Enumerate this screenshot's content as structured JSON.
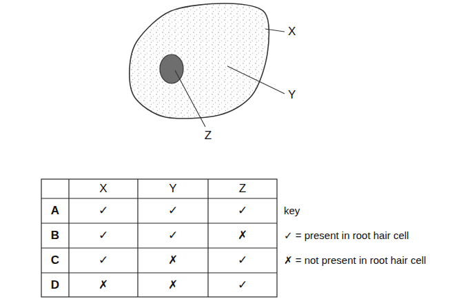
{
  "diagram": {
    "labels": [
      "X",
      "Y",
      "Z",
      "X",
      "Y",
      "Z",
      "A",
      "✓",
      "✓",
      "✓",
      "B",
      "✓",
      "✓",
      "✗",
      "C",
      "✓",
      "✗",
      "✓",
      "D",
      "✗",
      "✗",
      "✓",
      "key",
      "✓ = present in root hair cell",
      "✗ = not present in root hair cell"
    ]
  }
}
